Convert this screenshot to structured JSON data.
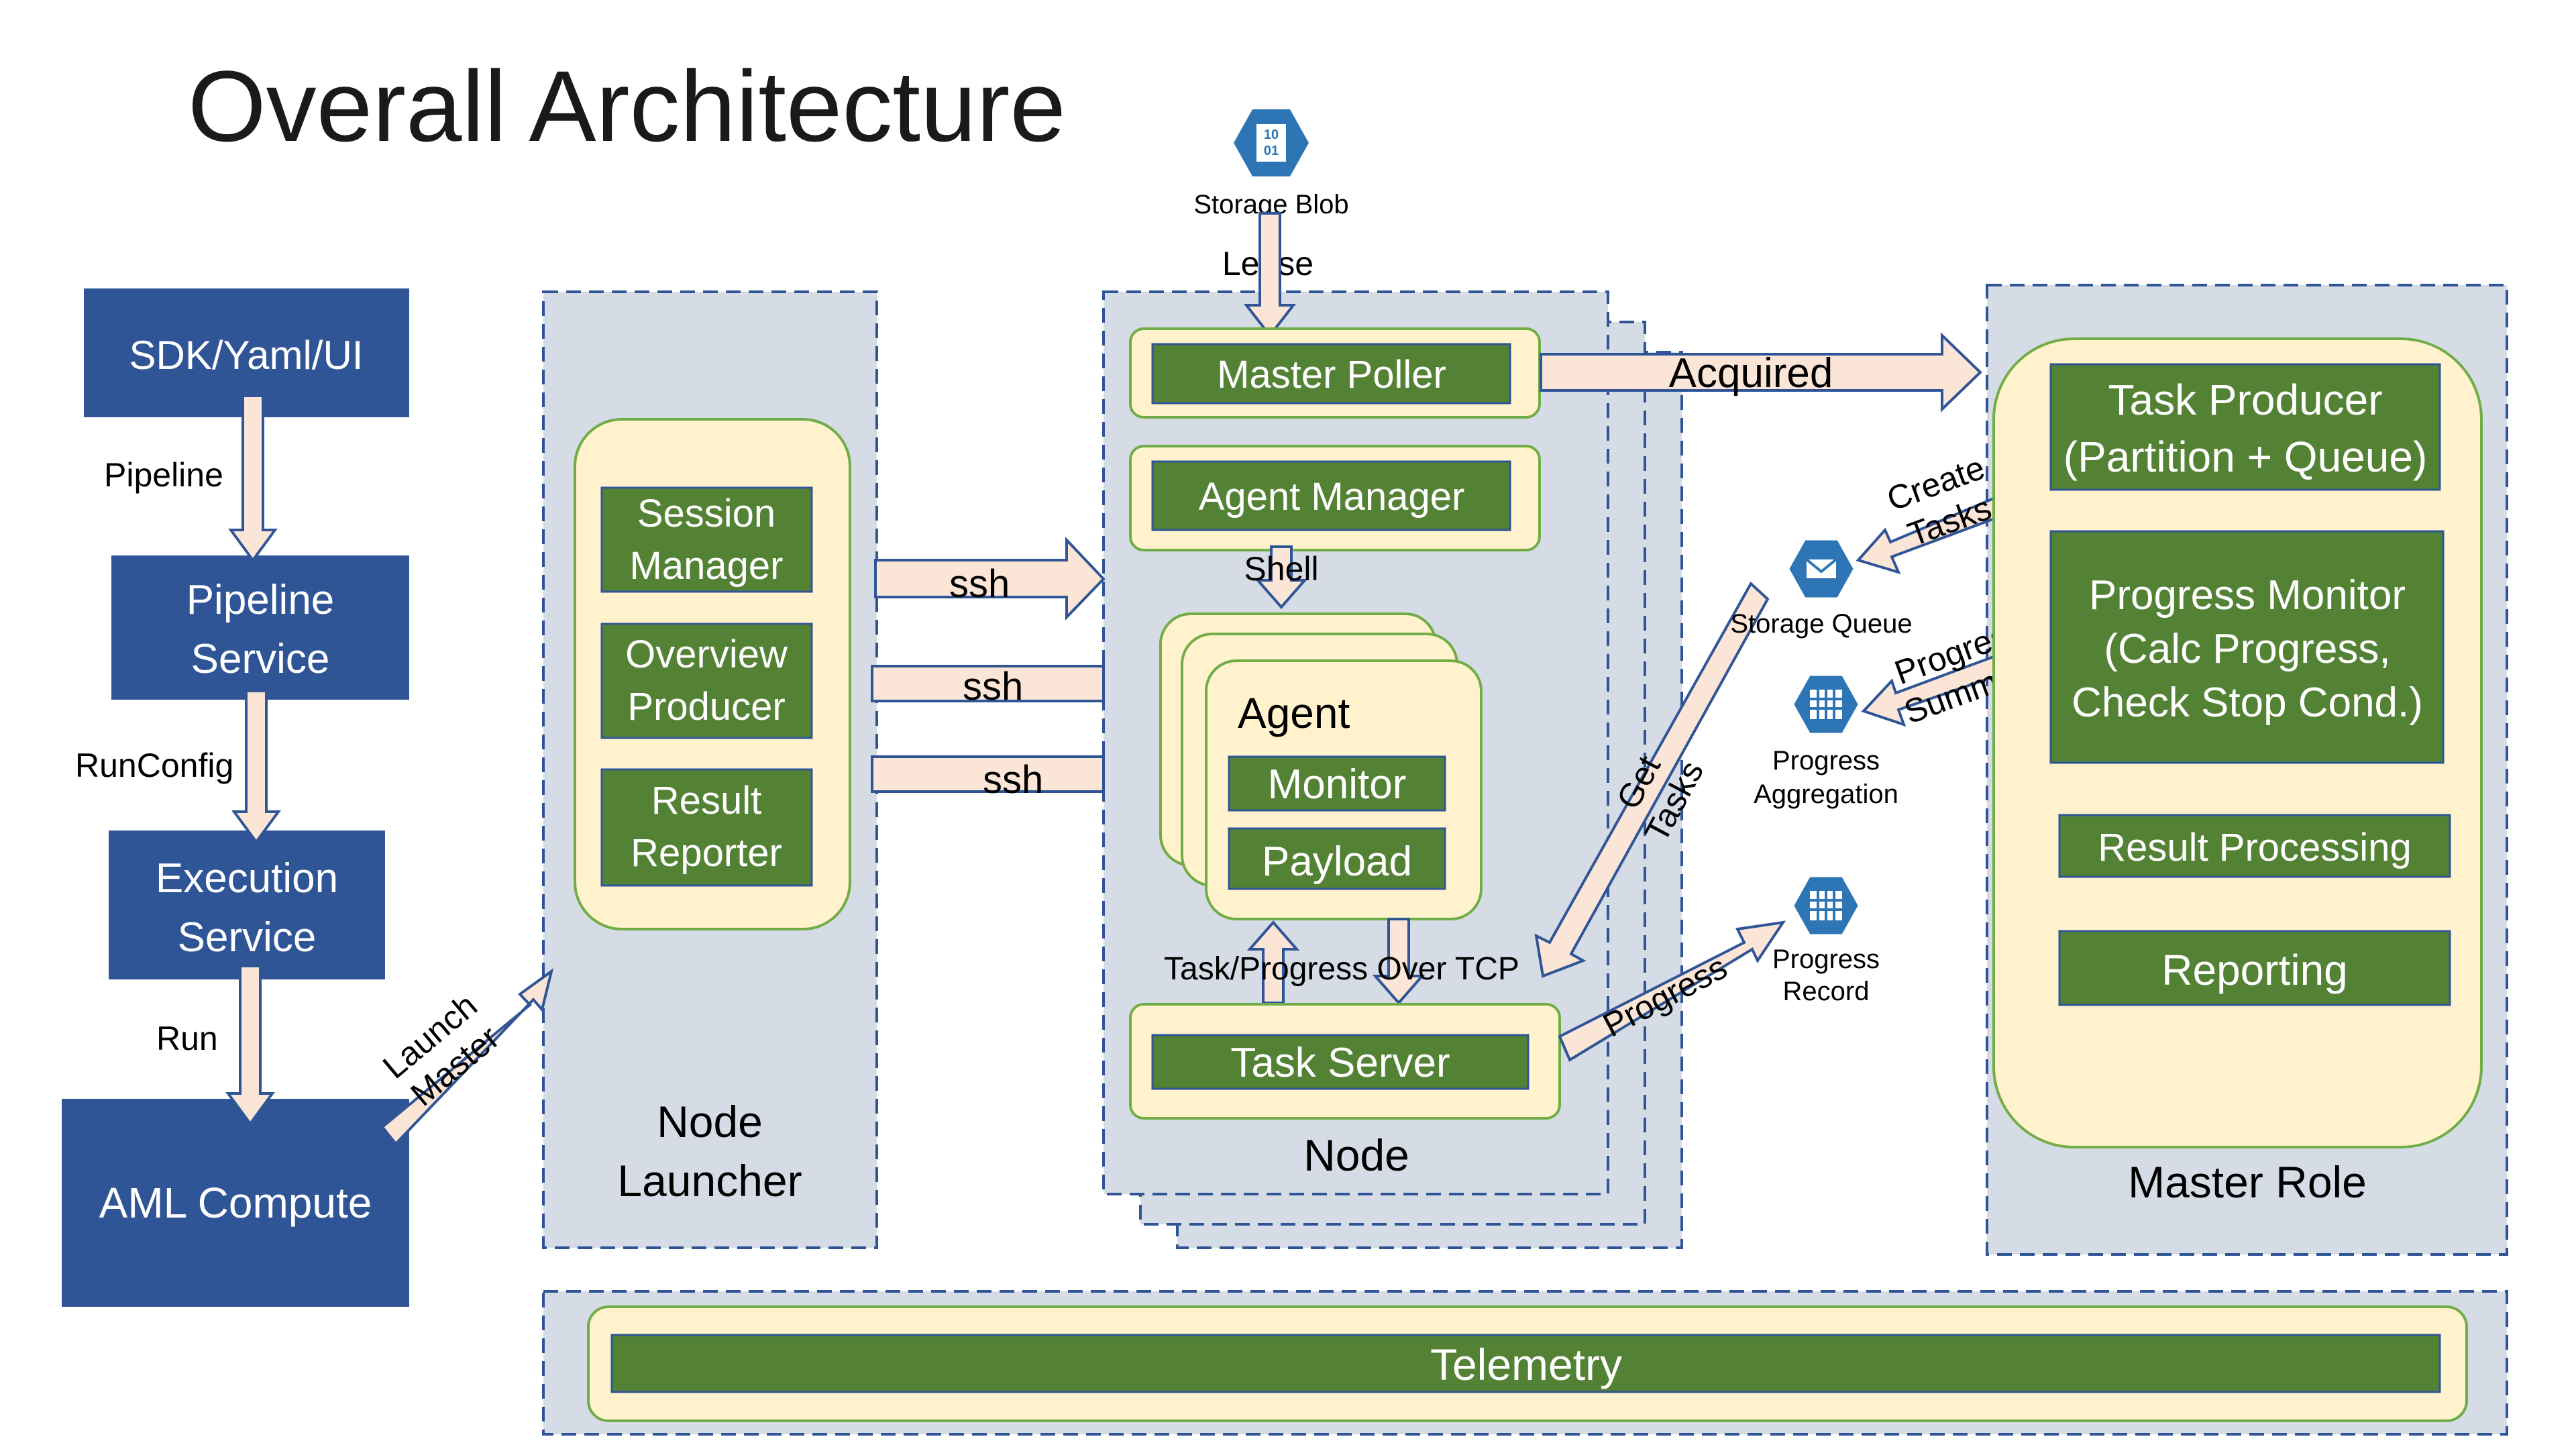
{
  "title": "Overall Architecture",
  "colors": {
    "blue_box": "#2f5597",
    "green_box": "#548235",
    "yellow_container": "#fff2cc",
    "yellow_border": "#70ad47",
    "grey_panel": "#d6dce5",
    "panel_border": "#2f5597",
    "arrow_fill": "#fbe5d6",
    "arrow_stroke": "#2f5597",
    "icon_blue": "#2e75b6"
  },
  "left_column": {
    "boxes": [
      "SDK/Yaml/UI",
      "Pipeline\nService",
      "Execution\nService",
      "AML Compute"
    ],
    "edge_labels": [
      "Pipeline",
      "RunConfig",
      "Run"
    ]
  },
  "launch_master": "Launch\nMaster",
  "node_launcher": {
    "items": [
      "Session\nManager",
      "Overview\nProducer",
      "Result\nReporter"
    ],
    "label": "Node\nLauncher"
  },
  "ssh_labels": [
    "ssh",
    "ssh",
    "ssh"
  ],
  "storage_blob": {
    "label": "Storage Blob",
    "icon_text": "10\n01"
  },
  "lease": "Lease",
  "node": {
    "master_poller": "Master Poller",
    "agent_manager": "Agent Manager",
    "shell": "Shell",
    "agent": "Agent",
    "monitor": "Monitor",
    "payload": "Payload",
    "task_progress": "Task/Progress Over TCP",
    "task_server": "Task Server",
    "label": "Node"
  },
  "acquired": "Acquired",
  "get_tasks": "Get\nTasks",
  "progress_arrow": "Progress",
  "storage_queue": "Storage Queue",
  "progress_aggregation": "Progress\nAggregation",
  "progress_record": "Progress\nRecord",
  "create_tasks": "Create\nTasks",
  "progress_summary": "Progress\nSummary",
  "master_role": {
    "task_producer": "Task Producer\n(Partition + Queue)",
    "progress_monitor": "Progress Monitor\n(Calc Progress,\nCheck Stop Cond.)",
    "result_processing": "Result Processing",
    "reporting": "Reporting",
    "label": "Master Role"
  },
  "telemetry": "Telemetry"
}
